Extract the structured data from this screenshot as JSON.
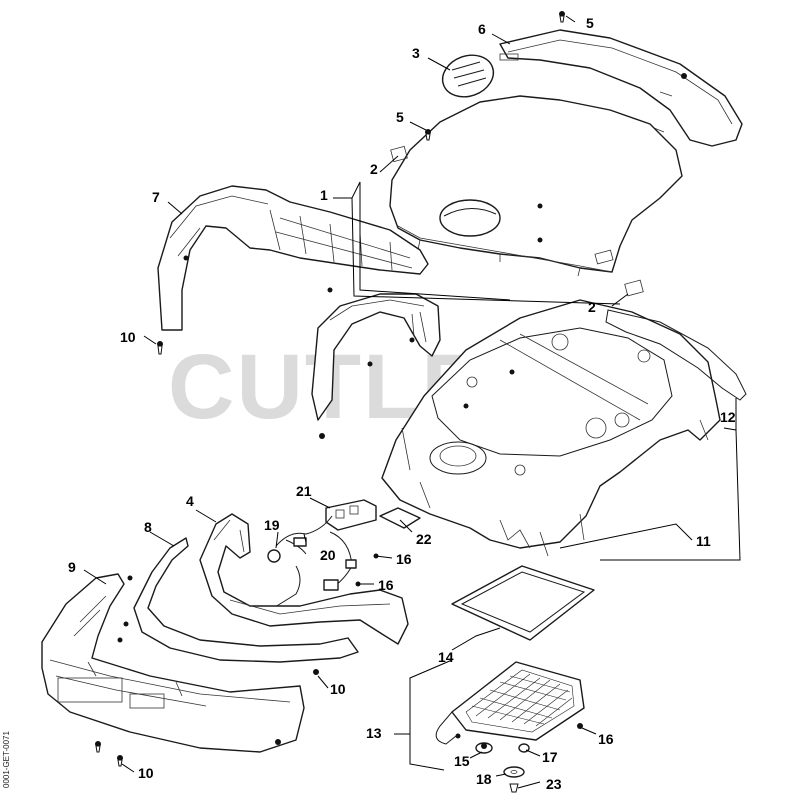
{
  "diagram": {
    "watermark": "CUTLER'S",
    "side_code": "0001-GET-0071",
    "callouts": {
      "c1": "1",
      "c2a": "2",
      "c2b": "2",
      "c3": "3",
      "c4": "4",
      "c5a": "5",
      "c5b": "5",
      "c6": "6",
      "c7": "7",
      "c8": "8",
      "c9": "9",
      "c10a": "10",
      "c10b": "10",
      "c10c": "10",
      "c11": "11",
      "c12": "12",
      "c13": "13",
      "c14": "14",
      "c15": "15",
      "c16a": "16",
      "c16b": "16",
      "c16c": "16",
      "c17": "17",
      "c18": "18",
      "c19": "19",
      "c20": "20",
      "c21": "21",
      "c22": "22",
      "c23": "23"
    }
  }
}
